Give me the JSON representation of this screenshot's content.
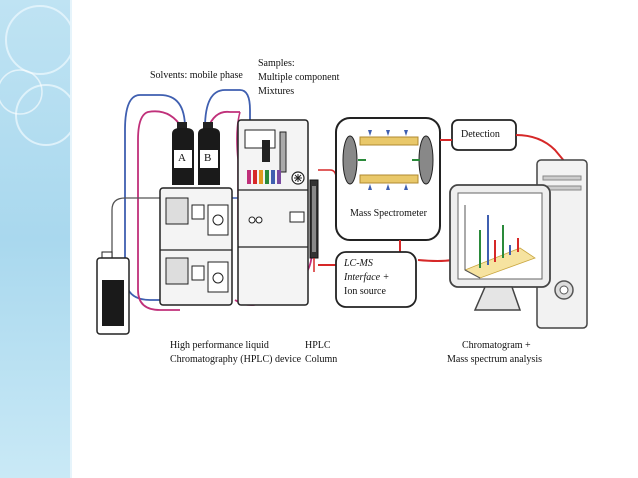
{
  "labels": {
    "solvents": "Solvents: mobile phase",
    "samples_line1": "Samples:",
    "samples_line2": "Multiple component",
    "samples_line3": "Mixtures",
    "bottle_a": "A",
    "bottle_b": "B",
    "mass_spectrometer": "Mass Spectrometer",
    "detection": "Detection",
    "lcms_line1": "LC-MS",
    "lcms_line2": "Interface +",
    "lcms_line3": "Ion source",
    "hplc_device_line1": "High performance liquid",
    "hplc_device_line2": "Chromatography (HPLC) device",
    "hplc_column_line1": "HPLC",
    "hplc_column_line2": "Column",
    "analysis_line1": "Chromatogram +",
    "analysis_line2": "Mass spectrum analysis"
  },
  "colors": {
    "sidebar": "#a9d8ee",
    "tube_blue": "#3f5fb0",
    "tube_pink": "#c0307a",
    "connector_red": "#d62828",
    "outline": "#222222"
  }
}
